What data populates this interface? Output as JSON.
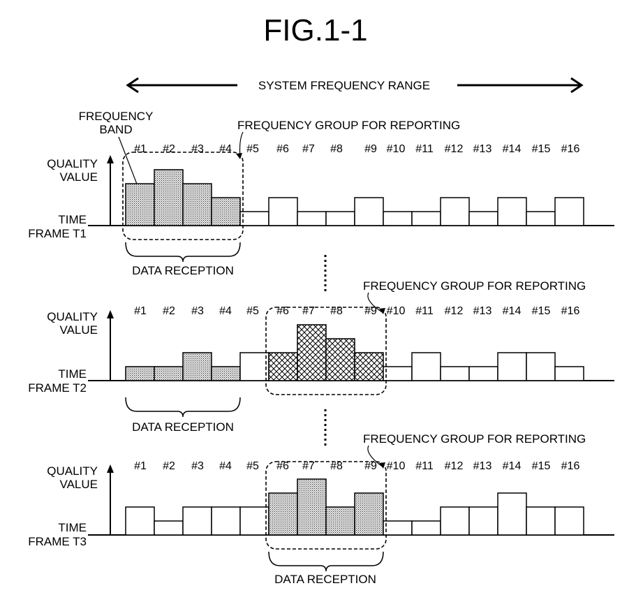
{
  "figure": {
    "title": "FIG.1-1",
    "range_label": "SYSTEM FREQUENCY RANGE",
    "band_callout": [
      "FREQUENCY",
      "BAND"
    ],
    "y_label": [
      "QUALITY",
      "VALUE"
    ],
    "band_labels": [
      "#1",
      "#2",
      "#3",
      "#4",
      "#5",
      "#6",
      "#7",
      "#8",
      "#9",
      "#10",
      "#11",
      "#12",
      "#13",
      "#14",
      "#15",
      "#16"
    ],
    "colors": {
      "ink": "#000000",
      "paper": "#ffffff",
      "dot_fill": "#c8c8c8"
    }
  },
  "panels": [
    {
      "time_label": [
        "TIME",
        "FRAME T1"
      ],
      "reporting_label": "FREQUENCY GROUP FOR REPORTING",
      "reception_label": "DATA RECEPTION",
      "quality_values": [
        3,
        4,
        3,
        2,
        1,
        2,
        1,
        1,
        2,
        1,
        1,
        2,
        1,
        2,
        1,
        2
      ],
      "reporting_group": [
        1,
        4
      ],
      "reception_group": [
        1,
        4
      ],
      "band_fill": [
        "dots",
        "dots",
        "dots",
        "dots",
        "none",
        "none",
        "none",
        "none",
        "none",
        "none",
        "none",
        "none",
        "none",
        "none",
        "none",
        "none"
      ]
    },
    {
      "time_label": [
        "TIME",
        "FRAME T2"
      ],
      "reporting_label": "FREQUENCY GROUP FOR REPORTING",
      "reception_label": "DATA RECEPTION",
      "quality_values": [
        1,
        1,
        2,
        1,
        2,
        2,
        4,
        3,
        2,
        1,
        2,
        1,
        1,
        2,
        2,
        1
      ],
      "reporting_group": [
        6,
        9
      ],
      "reception_group": [
        1,
        4
      ],
      "band_fill": [
        "dots",
        "dots",
        "dots",
        "dots",
        "none",
        "cross",
        "cross",
        "cross",
        "cross",
        "none",
        "none",
        "none",
        "none",
        "none",
        "none",
        "none"
      ]
    },
    {
      "time_label": [
        "TIME",
        "FRAME T3"
      ],
      "reporting_label": "FREQUENCY GROUP FOR REPORTING",
      "reception_label": "DATA RECEPTION",
      "quality_values": [
        2,
        1,
        2,
        2,
        2,
        3,
        4,
        2,
        3,
        1,
        1,
        2,
        2,
        3,
        2,
        2
      ],
      "reporting_group": [
        6,
        9
      ],
      "reception_group": [
        6,
        9
      ],
      "band_fill": [
        "none",
        "none",
        "none",
        "none",
        "none",
        "dots",
        "dots",
        "dots",
        "dots",
        "none",
        "none",
        "none",
        "none",
        "none",
        "none",
        "none"
      ]
    }
  ]
}
